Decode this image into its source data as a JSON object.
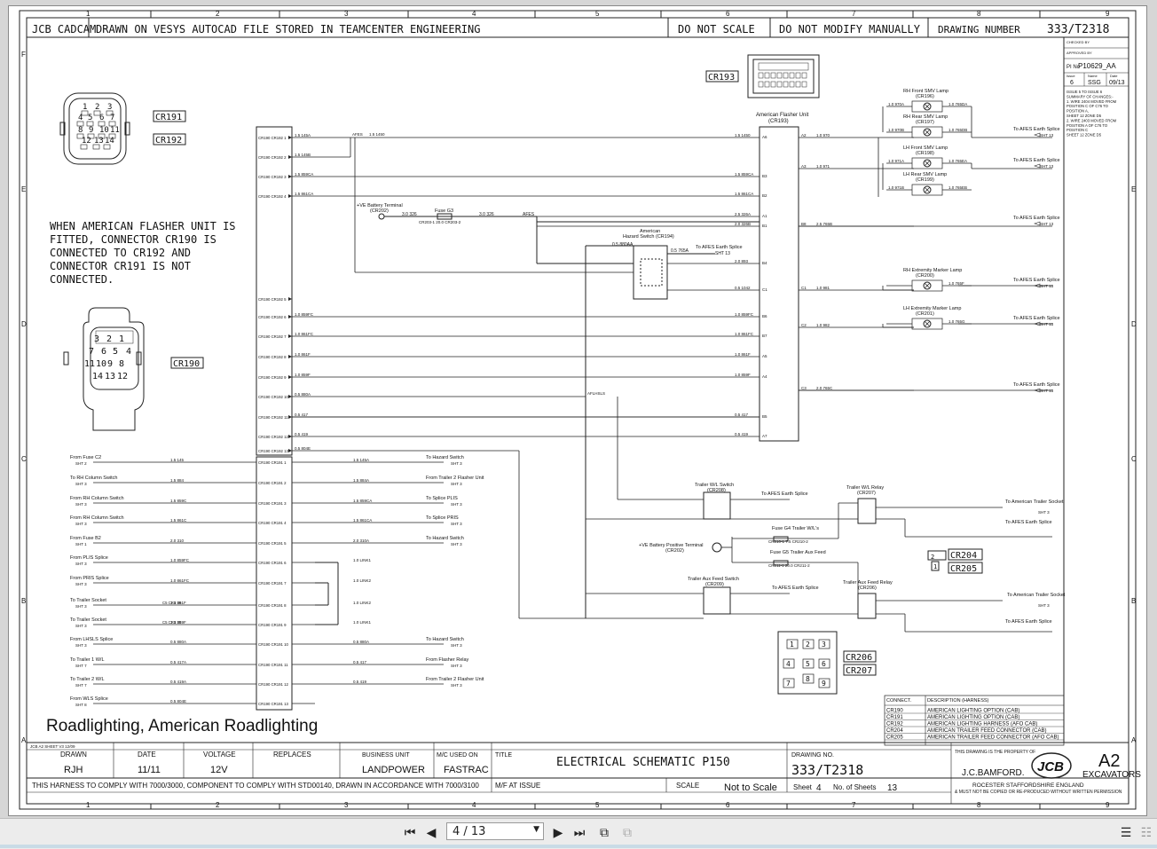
{
  "viewer": {
    "page_current": "4",
    "page_total": "13",
    "page_display": "4 / 13",
    "icons": [
      "first-page-icon",
      "prev-page-icon",
      "next-page-icon",
      "last-page-icon",
      "fit-page-icon",
      "fit-width-icon",
      "single-page-view-icon",
      "two-page-view-icon"
    ]
  },
  "border": {
    "cols": [
      "1",
      "2",
      "3",
      "4",
      "5",
      "6",
      "7",
      "8",
      "9"
    ],
    "rows_left": [
      "F",
      "E",
      "D",
      "C",
      "B",
      "A"
    ],
    "rows_right": [
      "E",
      "D",
      "C",
      "B",
      "A"
    ]
  },
  "header": {
    "cadcam": "JCB CADCAM",
    "drawn_on": "DRAWN ON VESYS AUTOCAD FILE STORED IN TEAMCENTER ENGINEERING",
    "do_not_scale": "DO NOT SCALE",
    "do_not_modify": "DO NOT MODIFY MANUALLY",
    "drawing_number_label": "DRAWING NUMBER",
    "drawing_number": "333/T2318"
  },
  "side_panel": {
    "checked_by": "CHECKED BY",
    "approved_by": "APPROVED BY",
    "pi_label": "PI No",
    "pi_value": "P10629_AA",
    "issue_label": "Issue",
    "name_label": "Name",
    "date_label": "Date",
    "issue": "6",
    "name": "SSG",
    "date": "09/13",
    "notes": [
      "ISSUE 5 TO ISSUE 6",
      "SUMMARY OF CHANGES:-",
      "1. WIRE 2404 MOVED FROM",
      "POSITION C OF C76 TO",
      "POSITION A,",
      "SHEET 12 ZONE D5",
      "2. WIRE 2403 MOVED FROM",
      "POSITION A OF C76 TO",
      "POSITION C",
      "SHEET 12 ZONE D5"
    ]
  },
  "connectors": {
    "cr191": "CR191",
    "cr192": "CR192",
    "cr190": "CR190",
    "cr193": "CR193",
    "cr204": "CR204",
    "cr205": "CR205",
    "cr206": "CR206",
    "cr207": "CR207",
    "top_pins": [
      "1",
      "2",
      "3",
      "4",
      "5",
      "6",
      "7",
      "8",
      "9",
      "10",
      "11",
      "12",
      "13",
      "14"
    ],
    "big_pins": [
      "3",
      "2",
      "1",
      "7",
      "6",
      "5",
      "4",
      "11",
      "10",
      "9",
      "8",
      "14",
      "13",
      "12"
    ],
    "cr204_pins": [
      "2",
      "1"
    ],
    "relay_pins": [
      "1",
      "2",
      "3",
      "4",
      "5",
      "6",
      "7",
      "8",
      "9"
    ]
  },
  "note": "WHEN AMERICAN FLASHER UNIT IS FITTED, CONNECTOR CR190 IS CONNECTED TO CR192 AND CONNECTOR CR191 IS NOT CONNECTED.",
  "harness_rows_top": [
    {
      "label": "CR190 CR192 1",
      "wire": "1.5 145A"
    },
    {
      "label": "CR190 CR192 2",
      "wire": "1.5 145B"
    },
    {
      "label": "CR190 CR192 3",
      "wire": "1.5 859CA"
    },
    {
      "label": "CR190 CR192 4",
      "wire": "1.5 861CA"
    },
    {
      "label": "CR190 CR192 5",
      "wire": ""
    },
    {
      "label": "CR190 CR192 6",
      "wire": "1.0 859FC"
    },
    {
      "label": "CR190 CR192 7",
      "wire": "1.0 861FC"
    },
    {
      "label": "CR190 CR192 8",
      "wire": "1.0 861F"
    },
    {
      "label": "CR190 CR192 9",
      "wire": "1.0 859F"
    },
    {
      "label": "CR190 CR192 10",
      "wire": "0.5 880A"
    },
    {
      "label": "CR190 CR192 11",
      "wire": "0.5 417"
    },
    {
      "label": "CR190 CR192 12",
      "wire": "0.5 419"
    },
    {
      "label": "CR190 CR192 13",
      "wire": "0.5 804E"
    }
  ],
  "flasher_right_wires": [
    "1.5 1450",
    "",
    "1.5 859CA",
    "1.5 861CA",
    "2.5 326A",
    "2.0 326B",
    "2.0 893",
    "0.5 1042",
    "1.0 859FC",
    "1.0 861FC",
    "1.0 861F",
    "1.0 859F",
    "",
    "0.5 417",
    "0.5 419"
  ],
  "flasher_pins": [
    "A6",
    "",
    "B3",
    "B2",
    "A1",
    "B1",
    "B4",
    "C1",
    "B6",
    "B7",
    "A5",
    "A4",
    "C3",
    "B5",
    "A7"
  ],
  "flasher": {
    "title": "American Flasher Unit",
    "sub": "(CR193)",
    "outputs": [
      {
        "pin": "A2",
        "wire": "1.0 970"
      },
      {
        "pin": "A3",
        "wire": "1.0 971"
      },
      {
        "pin": "B8",
        "wire": "2.5 765B"
      },
      {
        "pin": "C1",
        "wire": "1.0 981"
      },
      {
        "pin": "C2",
        "wire": "1.0 982"
      },
      {
        "pin": "C3",
        "wire": "2.0 765C"
      }
    ]
  },
  "lamps": [
    {
      "name": "RH Front SMV Lamp",
      "ref": "(CR196)",
      "w1": "1.0 970A",
      "w2": "1.0 765DA"
    },
    {
      "name": "RH Rear SMV Lamp",
      "ref": "(CR197)",
      "w1": "1.0 970B",
      "w2": "1.0 765DB"
    },
    {
      "name": "LH Front SMV Lamp",
      "ref": "(CR198)",
      "w1": "1.0 971A",
      "w2": "1.0 765EA"
    },
    {
      "name": "LH Rear SMV Lamp",
      "ref": "(CR199)",
      "w1": "1.0 971B",
      "w2": "1.0 765EB"
    },
    {
      "name": "RH Extremity Marker Lamp",
      "ref": "(CR200)",
      "w1": "",
      "w2": "1.0 765F"
    },
    {
      "name": "LH Extremity Marker Lamp",
      "ref": "(CR201)",
      "w1": "",
      "w2": "1.0 765G"
    }
  ],
  "splices_right": [
    "To AFES Earth Splice",
    "To AFES Earth Splice",
    "To AFES Earth Splice",
    "To AFES Earth Splice",
    "To AFES Earth Splice",
    "To AFES Earth Splice"
  ],
  "sht13": "SHT 13",
  "battery": {
    "label": "+VE Battery Terminal",
    "ref": "(CR202)",
    "fuse": "Fuse G3",
    "w1": "3.0 326",
    "w2": "3.0 326",
    "fuse_conn": "CR203-1  20.0  CR203-2",
    "afes": "AFES"
  },
  "hazard": {
    "title": "American",
    "title2": "Hazard Switch (CR194)",
    "w": "0.5 880AA",
    "earth": "To AFES Earth Splice",
    "w765": "0.5 765A"
  },
  "harness_rows_bottom": [
    {
      "from": "From Fuse C2",
      "sht": "SHT 2",
      "wl": "1.5 145",
      "label": "CR190 CR191 1",
      "wr": "1.5 145A",
      "to": "To Hazard Switch",
      "tsht": "SHT 3"
    },
    {
      "from": "To RH Column Switch",
      "sht": "SHT 3",
      "wl": "1.5 884",
      "label": "CR190 CR191 2",
      "wr": "1.5 884A",
      "to": "From Trailer 2 Flasher Unit",
      "tsht": "SHT 3"
    },
    {
      "from": "From RH Column Switch",
      "sht": "SHT 3",
      "wl": "1.5 859C",
      "label": "CR190 CR191 3",
      "wr": "1.5 859CA",
      "to": "To Splice PLIS",
      "tsht": "SHT 3"
    },
    {
      "from": "From RH Column Switch",
      "sht": "SHT 3",
      "wl": "1.5 861C",
      "label": "CR190 CR191 4",
      "wr": "1.5 861CA",
      "to": "To Splice PRIS",
      "tsht": "SHT 3"
    },
    {
      "from": "From Fuse B2",
      "sht": "SHT 1",
      "wl": "2.0 310",
      "label": "CR190 CR191 5",
      "wr": "2.0 310A",
      "to": "To Hazard Switch",
      "tsht": "SHT 3"
    },
    {
      "from": "From PLIS Splice",
      "sht": "SHT 3",
      "wl": "1.0 859FC",
      "label": "CR190 CR191 6",
      "wr": "1.0 LINK1",
      "to": "",
      "tsht": ""
    },
    {
      "from": "From PRIS Splice",
      "sht": "SHT 3",
      "wl": "1.0 861FC",
      "label": "CR190 CR191 7",
      "wr": "1.0 LINK2",
      "to": "",
      "tsht": ""
    },
    {
      "from": "To Trailer Socket",
      "sht": "SHT 3",
      "wl": "1.0 861F",
      "label": "CR190 CR191 8",
      "wr": "1.0 LINK2",
      "to": "",
      "tsht": ""
    },
    {
      "from": "To Trailer Socket",
      "sht": "SHT 3",
      "wl": "1.0 859F",
      "label": "CR190 CR191 9",
      "wr": "1.0 LINK1",
      "to": "",
      "tsht": ""
    },
    {
      "from": "From LHSLS Splice",
      "sht": "SHT 3",
      "wl": "0.5 880A",
      "label": "CR190 CR191 10",
      "wr": "0.5 880A",
      "to": "To Hazard Switch",
      "tsht": "SHT 3"
    },
    {
      "from": "To Trailer 1 W/L",
      "sht": "SHT 7",
      "wl": "0.5 417A",
      "label": "CR190 CR191 11",
      "wr": "0.5 417",
      "to": "From Flasher Relay",
      "tsht": "SHT 3"
    },
    {
      "from": "To Trailer 2 W/L",
      "sht": "SHT 7",
      "wl": "0.5 419A",
      "label": "CR190 CR191 12",
      "wr": "0.5 419",
      "to": "From Trailer 2 Flasher Unit",
      "tsht": "SHT 3"
    },
    {
      "from": "From WLS Splice",
      "sht": "SHT 8",
      "wl": "0.5 804E",
      "label": "CR190 CR191 13",
      "wr": "",
      "to": "",
      "tsht": ""
    }
  ],
  "trailer_cr": [
    "C5 CR1 39",
    "C5 CR1 38"
  ],
  "trailer": {
    "wl_switch": "Trailer W/L Switch",
    "wl_switch_ref": "(CR208)",
    "wl_relay": "Trailer W/L Relay",
    "wl_relay_ref": "(CR207)",
    "aux_switch": "Trailer Aux Feed Switch",
    "aux_switch_ref": "(CR209)",
    "aux_relay": "Trailer Aux Feed Relay",
    "aux_relay_ref": "(CR206)",
    "fuse_g4": "Fuse G4 Trailer W/L's",
    "fuse_g4_conn": "CR210-1  7.5  CR210-2",
    "fuse_g5": "Fuse G5 Trailer Aux Feed",
    "fuse_g5_conn": "CR211-1  20.0  CR211-2",
    "battery": "+VE Battery Positive Terminal",
    "battery_ref": "(CR202)",
    "to_socket": "To American Trailer Socket",
    "to_earth": "To AFES Earth Splice",
    "afhls": "AFLHSLS",
    "sht3": "SHT 3"
  },
  "conn_table": {
    "headers": [
      "CONNECT.",
      "DESCRIPTION (HARNESS)"
    ],
    "rows": [
      [
        "CR190",
        "AMERICAN LIGHTING OPTION (CAB)"
      ],
      [
        "CR191",
        "AMERICAN LIGHTING OPTION (CAB)"
      ],
      [
        "CR192",
        "AMERICAN LIGHTING HARNESS (AFO CAB)"
      ],
      [
        "CR204",
        "AMERICAN TRAILER FEED CONNECTOR (CAB)"
      ],
      [
        "CR205",
        "AMERICAN TRAILER FEED CONNECTOR (AFO CAB)"
      ]
    ]
  },
  "sheet_title": "Roadlighting, American Roadlighting",
  "title_block": {
    "sheet_ref": "JCB A2 SHEET V3 12/09",
    "drawn_label": "DRAWN",
    "drawn": "RJH",
    "date_label": "DATE",
    "date": "11/11",
    "voltage_label": "VOLTAGE",
    "voltage": "12V",
    "replaces_label": "REPLACES",
    "bu_label": "BUSINESS UNIT",
    "bu": "LANDPOWER",
    "mc_label": "M/C USED ON",
    "mc": "FASTRAC",
    "title_label": "TITLE",
    "title": "ELECTRICAL SCHEMATIC P150",
    "dn_label": "DRAWING NO.",
    "dn": "333/T2318",
    "property": "THIS DRAWING IS THE PROPERTY OF",
    "company": "J.C.BAMFORD.",
    "logo": "JCB",
    "size": "A2",
    "excavators": "EXCAVATORS",
    "address": "ROCESTER    STAFFORDSHIRE    ENGLAND",
    "copy_notice": "& MUST NOT BE COPIED OR RE-PRODUCED WITHOUT WRITTEN PERMISSION",
    "comply": "THIS HARNESS TO COMPLY WITH 7000/3000, COMPONENT TO COMPLY WITH STD00140, DRAWN IN ACCORDANCE WITH 7000/3100",
    "mf": "M/F AT ISSUE",
    "scale_label": "SCALE",
    "scale": "Not to Scale",
    "sheet_label": "Sheet",
    "sheet": "4",
    "nsheets_label": "No. of Sheets",
    "nsheets": "13"
  }
}
